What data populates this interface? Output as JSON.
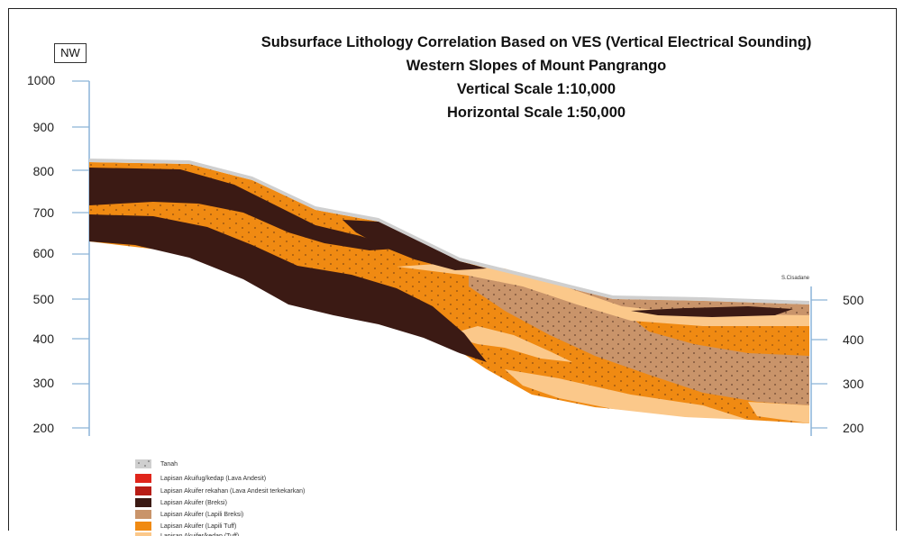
{
  "header": {
    "direction": "NW",
    "title_lines": [
      "Subsurface Lithology Correlation Based on VES (Vertical Electrical Sounding)",
      "Western Slopes   of Mount Pangrango",
      "Vertical Scale 1:10,000",
      "Horizontal Scale 1:50,000"
    ]
  },
  "axes": {
    "left_ticks": [
      "1000",
      "900",
      "800",
      "700",
      "600",
      "500",
      "400",
      "300",
      "200"
    ],
    "right_ticks": [
      "500",
      "400",
      "300",
      "200"
    ]
  },
  "annotations": {
    "river": "S.Cisadane"
  },
  "legend": [
    {
      "label": "Tanah",
      "color": "#c9c9c9",
      "icon": "dotted-gray-swatch"
    },
    {
      "label": "Lapisan Akuifug/kedap (Lava Andesit)",
      "color": "#e0251b"
    },
    {
      "label": "Lapisan Akuifer rekahan (Lava Andesit terkekarkan)",
      "color": "#b81d16"
    },
    {
      "label": "Lapisan Akuifer (Breksi)",
      "color": "#3b1a14"
    },
    {
      "label": "Lapisan Akuifer (Lapili Breksi)",
      "color": "#c9946a"
    },
    {
      "label": "Lapisan Akuifer (Lapili Tuff)",
      "color": "#f08a12"
    },
    {
      "label": "Lapisan Akuifer/kedap (Tuff)",
      "color": "#fbc88a"
    }
  ],
  "colors": {
    "soil": "#cfcfcf",
    "breksi": "#3b1a14",
    "lapili_breksi": "#c9946a",
    "lapili_tuff": "#f08a12",
    "tuff": "#fbc88a",
    "axis": "#8cb4d8"
  }
}
